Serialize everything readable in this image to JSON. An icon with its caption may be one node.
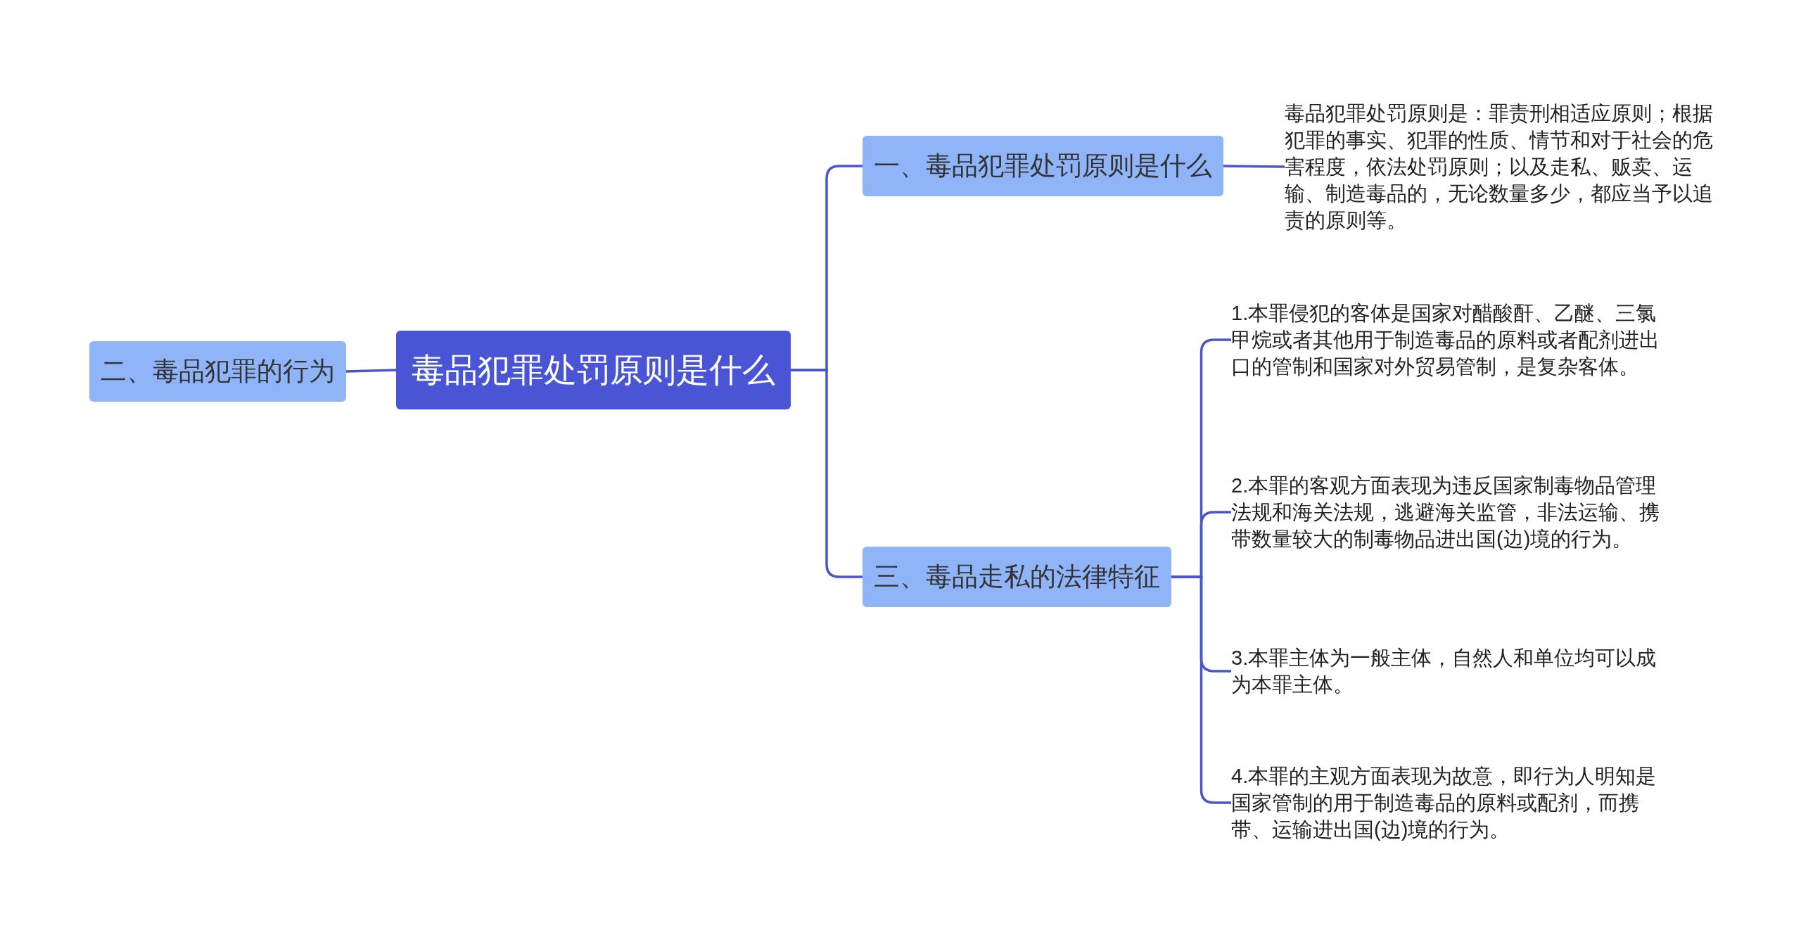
{
  "diagram": {
    "nodes": [
      {
        "text": [
          "毒品犯罪处罚原则是什么"
        ]
      },
      {
        "text": [
          "一、毒品犯罪处罚原则是什么"
        ]
      },
      {
        "text": [
          "毒品犯罪处罚原则是：罪责刑相适应原则；根据犯罪的事实、犯罪的性质、情节和对于社会的危害程度，依法处罚原则；以及走私、贩卖、运输、制造毒品的，无论数量多少，都应当予以追责的原则等。"
        ]
      },
      {
        "text": [
          "三、毒品走私的法律特征"
        ]
      },
      {
        "text": [
          "1.本罪侵犯的客体是国家对醋酸酐、乙醚、三氯甲烷或者其他用于制造毒品的原料或者配剂进出口的管制和国家对外贸易管制，是复杂客体。"
        ]
      },
      {
        "text": [
          "2.本罪的客观方面表现为违反国家制毒物品管理法规和海关法规，逃避海关监管，非法运输、携带数量较大的制毒物品进出国(边)境的行为。"
        ]
      },
      {
        "text": [
          "3.本罪主体为一般主体，自然人和单位均可以成为本罪主体。"
        ]
      },
      {
        "text": [
          "4.本罪的主观方面表现为故意，即行为人明知是国家管制的用于制造毒品的原料或配剂，而携带、运输进出国(边)境的行为。"
        ]
      },
      {
        "text": [
          "二、毒品犯罪的行为"
        ]
      }
    ],
    "edges": [
      {
        "from": 0,
        "to": 1,
        "arrow": "none"
      },
      {
        "from": 0,
        "to": 3,
        "arrow": "none"
      },
      {
        "from": 0,
        "to": 8,
        "arrow": "none"
      },
      {
        "from": 1,
        "to": 2,
        "arrow": "none"
      },
      {
        "from": 3,
        "to": 4,
        "arrow": "none"
      },
      {
        "from": 3,
        "to": 5,
        "arrow": "none"
      },
      {
        "from": 3,
        "to": 6,
        "arrow": "none"
      },
      {
        "from": 3,
        "to": 7,
        "arrow": "none"
      }
    ]
  }
}
